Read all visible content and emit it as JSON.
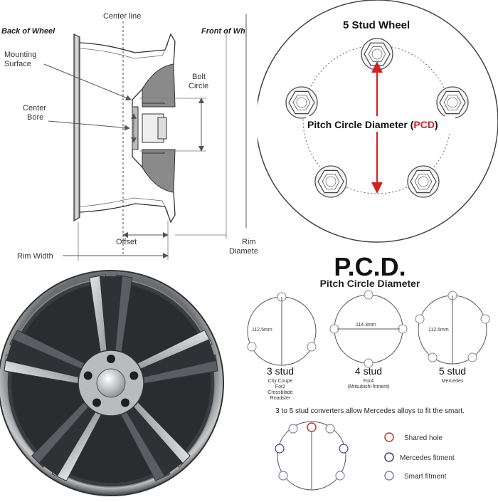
{
  "cross_section": {
    "center_line": "Center line",
    "back_of_wheel": "Back of Wheel",
    "front_of_wheel": "Front of Wh",
    "mounting_surface": [
      "Mounting",
      "Surface"
    ],
    "bolt_circle": [
      "Bolt",
      "Circle"
    ],
    "center_bore": [
      "Center",
      "Bore"
    ],
    "offset": "Offset",
    "rim_width": "Rim Width",
    "rim_diameter": [
      "Rim",
      "Diameter"
    ]
  },
  "stud_diagram": {
    "title": "5 Stud Wheel",
    "pcd_label_prefix": "Pitch Circle Diameter (",
    "pcd_label_acronym": "PCD",
    "pcd_label_suffix": ")",
    "accent_color": "#d42020"
  },
  "pcd_chart": {
    "title": "P.C.D.",
    "subtitle": "Pitch Circle Diameter",
    "circles": [
      {
        "measure": "112.5mm",
        "name": "3 stud",
        "desc": [
          "City Coupe",
          "For2",
          "Crossblade",
          "Roadster"
        ]
      },
      {
        "measure": "114.3mm",
        "name": "4 stud",
        "desc": [
          "For4",
          "(Mitsubishi fitment)"
        ]
      },
      {
        "measure": "112.5mm",
        "name": "5 stud",
        "desc": [
          "Mercedes"
        ]
      }
    ],
    "note": "3 to 5 stud converters allow Mercedes alloys to fit the smart.",
    "legend": [
      {
        "label": "Shared hole",
        "color": "#c0392b"
      },
      {
        "label": "Mercedes fitment",
        "color": "#3a3f8f"
      },
      {
        "label": "Smart fitment",
        "color": "#8e7aa8"
      }
    ]
  },
  "wheel_photo": {
    "rim_color": "#4d4f52",
    "face_color": "#c9cbcd"
  }
}
